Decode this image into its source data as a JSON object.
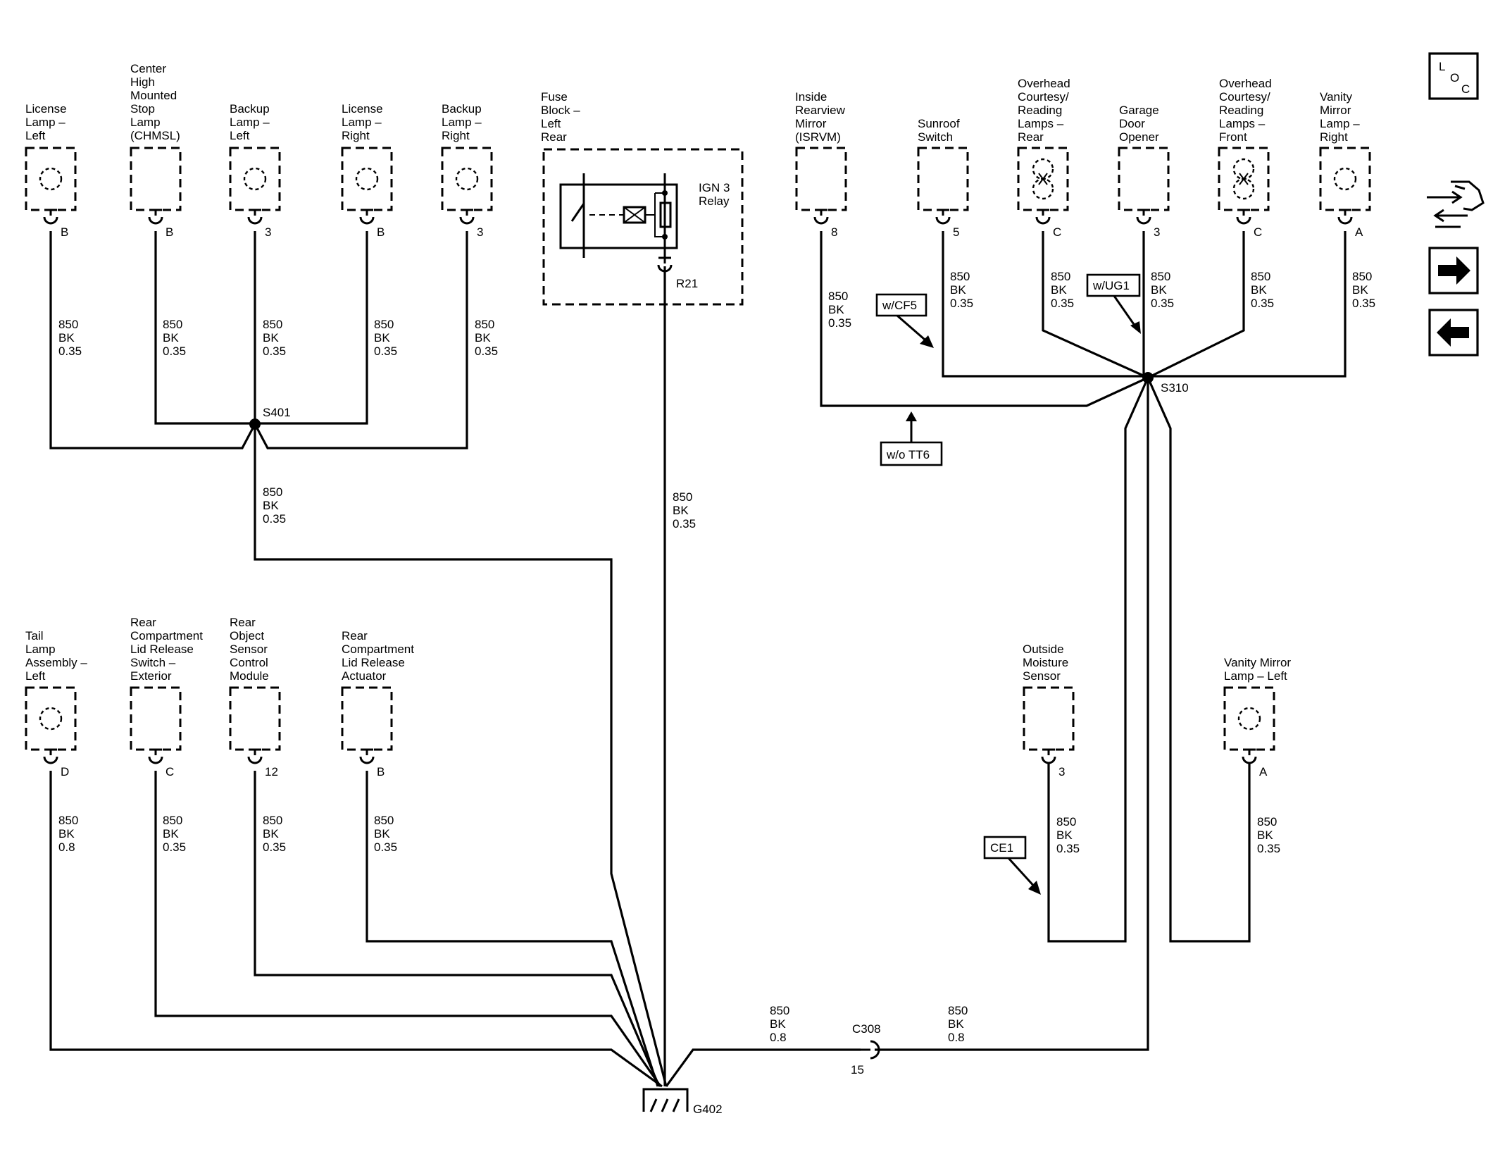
{
  "components": {
    "license_lamp_left": {
      "name": [
        "License",
        "Lamp –",
        "Left"
      ],
      "pin": "B"
    },
    "chmsl": {
      "name": [
        "Center",
        "High",
        "Mounted",
        "Stop",
        "Lamp",
        "(CHMSL)"
      ],
      "pin": "B"
    },
    "backup_lamp_left": {
      "name": [
        "Backup",
        "Lamp –",
        "Left"
      ],
      "pin": "3"
    },
    "license_lamp_right": {
      "name": [
        "License",
        "Lamp –",
        "Right"
      ],
      "pin": "B"
    },
    "backup_lamp_right": {
      "name": [
        "Backup",
        "Lamp –",
        "Right"
      ],
      "pin": "3"
    },
    "fuse_block": {
      "name": [
        "Fuse",
        "Block –",
        "Left",
        "Rear"
      ],
      "relay": [
        "IGN 3",
        "Relay"
      ],
      "pin": "R21"
    },
    "isrvm": {
      "name": [
        "Inside",
        "Rearview",
        "Mirror",
        "(ISRVM)"
      ],
      "pin": "8"
    },
    "sunroof_switch": {
      "name": [
        "Sunroof",
        "Switch"
      ],
      "pin": "5"
    },
    "overhead_rear": {
      "name": [
        "Overhead",
        "Courtesy/",
        "Reading",
        "Lamps –",
        "Rear"
      ],
      "pin": "C"
    },
    "garage_door": {
      "name": [
        "Garage",
        "Door",
        "Opener"
      ],
      "pin": "3"
    },
    "overhead_front": {
      "name": [
        "Overhead",
        "Courtesy/",
        "Reading",
        "Lamps –",
        "Front"
      ],
      "pin": "C"
    },
    "vanity_right": {
      "name": [
        "Vanity",
        "Mirror",
        "Lamp –",
        "Right"
      ],
      "pin": "A"
    },
    "tail_lamp_left": {
      "name": [
        "Tail",
        "Lamp",
        "Assembly –",
        "Left"
      ],
      "pin": "D"
    },
    "lid_release_switch": {
      "name": [
        "Rear",
        "Compartment",
        "Lid Release",
        "Switch –",
        "Exterior"
      ],
      "pin": "C"
    },
    "object_sensor": {
      "name": [
        "Rear",
        "Object",
        "Sensor",
        "Control",
        "Module"
      ],
      "pin": "12"
    },
    "lid_release_actuator": {
      "name": [
        "Rear",
        "Compartment",
        "Lid Release",
        "Actuator"
      ],
      "pin": "B"
    },
    "moisture_sensor": {
      "name": [
        "Outside",
        "Moisture",
        "Sensor"
      ],
      "pin": "3"
    },
    "vanity_left": {
      "name": [
        "Vanity Mirror",
        "Lamp – Left"
      ],
      "pin": "A"
    }
  },
  "wires": {
    "w035": [
      "850",
      "BK",
      "0.35"
    ],
    "w08": [
      "850",
      "BK",
      "0.8"
    ]
  },
  "splices": {
    "s401": "S401",
    "s310": "S310"
  },
  "ground": "G402",
  "connector": {
    "name": "C308",
    "pin": "15"
  },
  "options": {
    "cf5": "w/CF5",
    "ug1": "w/UG1",
    "tt6": "w/o TT6",
    "ce1": "CE1"
  },
  "nav": {
    "loc": [
      "L",
      "O",
      "C"
    ]
  }
}
